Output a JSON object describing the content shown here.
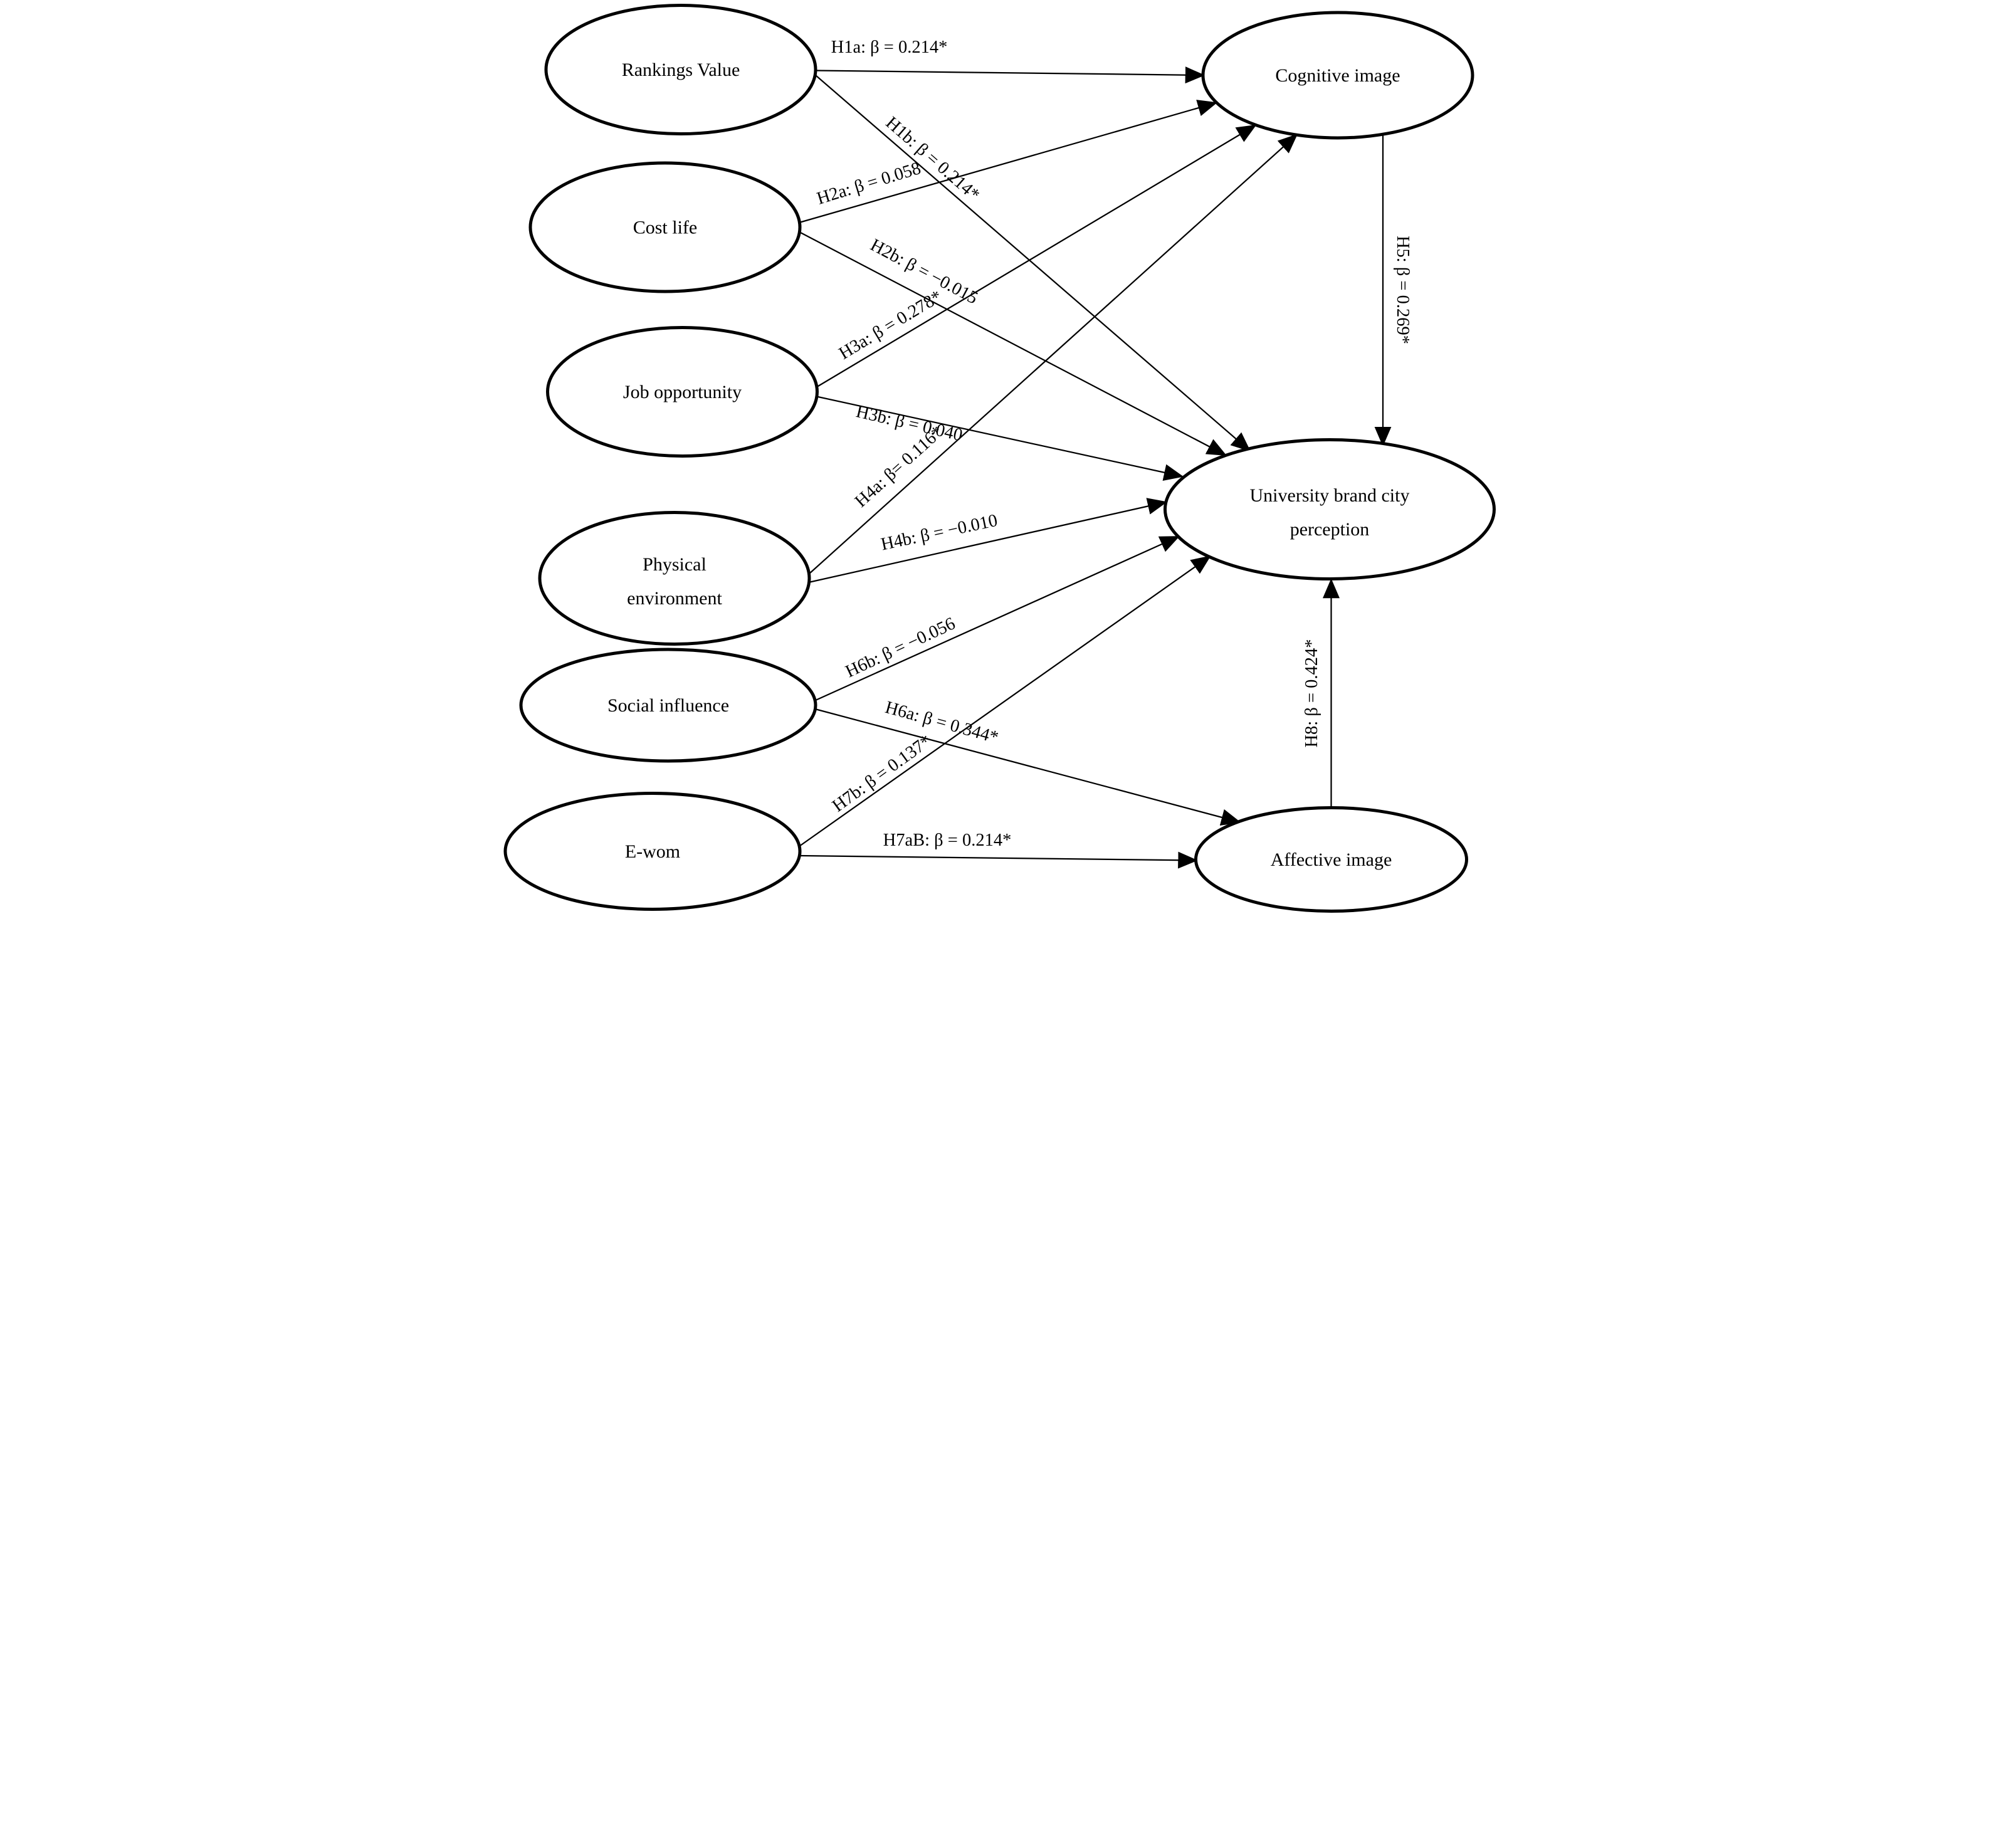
{
  "diagram": {
    "type": "sem-path-model",
    "background_color": "#ffffff",
    "line_color": "#000000",
    "nodes": {
      "rankings_value": {
        "label": "Rankings Value"
      },
      "cost_life": {
        "label": "Cost life"
      },
      "job_opportunity": {
        "label": "Job opportunity"
      },
      "physical_environment": {
        "label_line1": "Physical",
        "label_line2": "environment"
      },
      "social_influence": {
        "label": "Social influence"
      },
      "e_wom": {
        "label": "E-wom"
      },
      "cognitive_image": {
        "label": "Cognitive image"
      },
      "university_brand_city_perception": {
        "label_line1": "University brand city",
        "label_line2": "perception"
      },
      "affective_image": {
        "label": "Affective image"
      }
    },
    "edges": {
      "h1a": {
        "label": "H1a: β = 0.214*",
        "from": "rankings_value",
        "to": "cognitive_image"
      },
      "h1b": {
        "label": "H1b: β = 0.214*",
        "from": "rankings_value",
        "to": "university_brand_city_perception"
      },
      "h2a": {
        "label": "H2a: β = 0.058",
        "from": "cost_life",
        "to": "cognitive_image"
      },
      "h2b": {
        "label": "H2b: β = −0.015",
        "from": "cost_life",
        "to": "university_brand_city_perception"
      },
      "h3a": {
        "label": "H3a: β = 0.278*",
        "from": "job_opportunity",
        "to": "cognitive_image"
      },
      "h3b": {
        "label": "H3b: β = 0.040",
        "from": "job_opportunity",
        "to": "university_brand_city_perception"
      },
      "h4a": {
        "label": "H4a: β= 0.116*",
        "from": "physical_environment",
        "to": "cognitive_image"
      },
      "h4b": {
        "label": "H4b: β = −0.010",
        "from": "physical_environment",
        "to": "university_brand_city_perception"
      },
      "h5": {
        "label": "H5: β = 0.269*",
        "from": "cognitive_image",
        "to": "university_brand_city_perception"
      },
      "h6a": {
        "label": "H6a: β = 0.344*",
        "from": "social_influence",
        "to": "affective_image"
      },
      "h6b": {
        "label": "H6b: β = −0.056",
        "from": "social_influence",
        "to": "university_brand_city_perception"
      },
      "h7ab": {
        "label": "H7aB: β = 0.214*",
        "from": "e_wom",
        "to": "affective_image"
      },
      "h7b": {
        "label": "H7b: β = 0.137*",
        "from": "e_wom",
        "to": "university_brand_city_perception"
      },
      "h8": {
        "label": "H8: β = 0.424*",
        "from": "affective_image",
        "to": "university_brand_city_perception"
      }
    },
    "icons": {
      "arrowhead": "filled-triangle"
    }
  }
}
